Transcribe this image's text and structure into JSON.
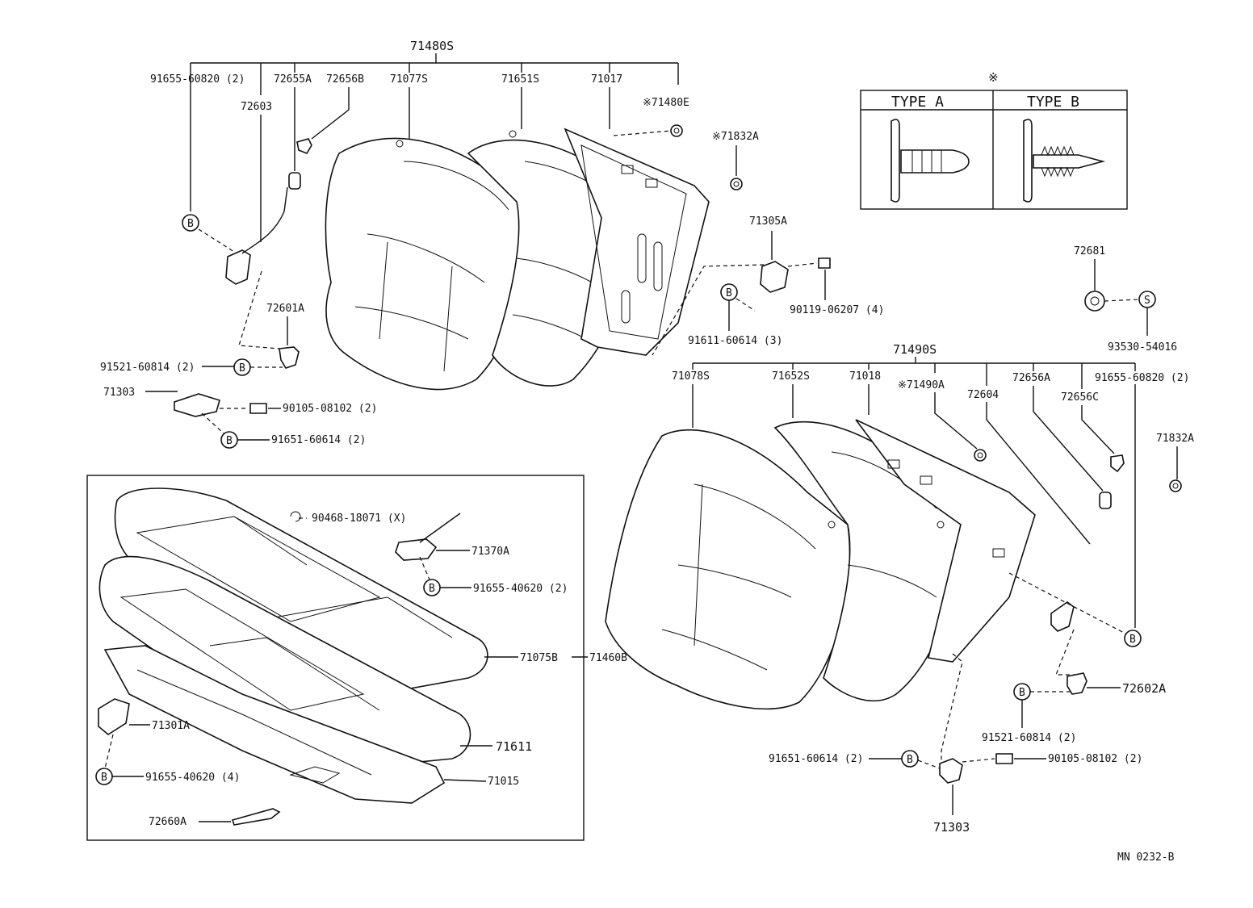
{
  "diagram": {
    "drawing_code": "MN 0232-B",
    "asterisk_symbol": "※",
    "type_table": {
      "type_a": "TYPE A",
      "type_b": "TYPE B"
    },
    "circle_b": "B",
    "circle_s": "S",
    "labels": {
      "p71480S": "71480S",
      "p91655_60820_l": "91655-60820 (2)",
      "p72655A": "72655A",
      "p72656B": "72656B",
      "p71077S": "71077S",
      "p71651S": "71651S",
      "p71017": "71017",
      "p71480E": "※71480E",
      "p72603": "72603",
      "p71832A_top": "※71832A",
      "p71305A": "71305A",
      "p90119": "90119-06207 (4)",
      "p91611": "91611-60614 (3)",
      "p72601A": "72601A",
      "p91521_l": "91521-60814 (2)",
      "p71303_l": "71303",
      "p90105_l": "90105-08102 (2)",
      "p91651_l": "91651-60614 (2)",
      "p72681": "72681",
      "p93530": "93530-54016",
      "p71490S": "71490S",
      "p71078S": "71078S",
      "p71652S": "71652S",
      "p71018": "71018",
      "p71490A": "※71490A",
      "p72604": "72604",
      "p72656A": "72656A",
      "p72656C": "72656C",
      "p91655_60820_r": "91655-60820 (2)",
      "p71832A_r": "71832A",
      "p90468": "90468-18071 (X)",
      "p71370A": "71370A",
      "p91655_40620_2": "91655-40620 (2)",
      "p71075B": "71075B",
      "p71460B": "71460B",
      "p71301A": "71301A",
      "p71611": "71611",
      "p91655_40620_4": "91655-40620 (4)",
      "p71015": "71015",
      "p72660A": "72660A",
      "p72602A": "72602A",
      "p91521_r": "91521-60814 (2)",
      "p91651_r": "91651-60614 (2)",
      "p90105_r": "90105-08102 (2)",
      "p71303_r": "71303"
    }
  }
}
